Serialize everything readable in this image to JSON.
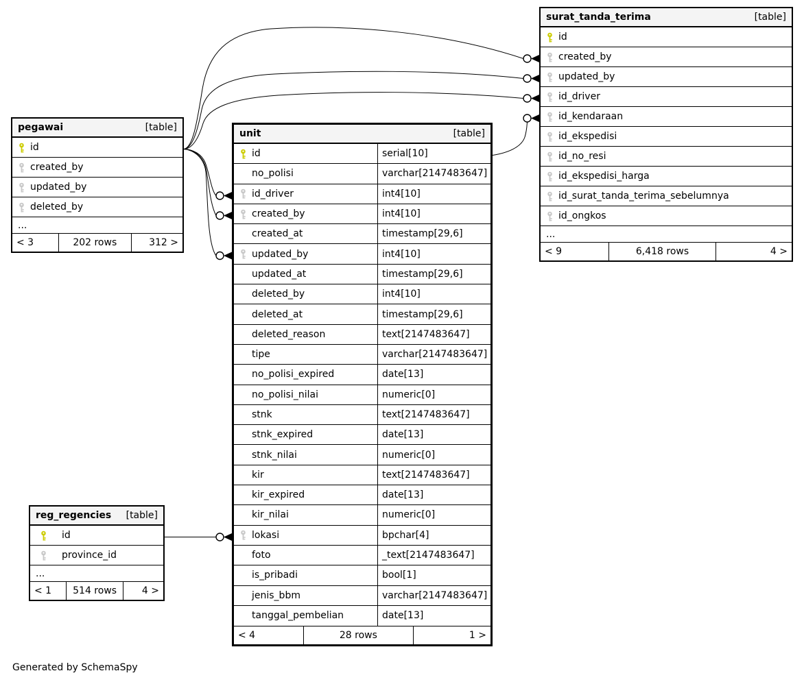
{
  "page": {
    "credit": "Generated by SchemaSpy"
  },
  "colors": {
    "primary_key": "#cccc00",
    "foreign_key": "#c8c8c8",
    "header_bg": "#f4f4f4",
    "border": "#000000"
  },
  "tables": [
    {
      "id": "pegawai",
      "name": "pegawai",
      "badge": "[table]",
      "show_types": false,
      "columns": [
        {
          "name": "id",
          "key": "primary"
        },
        {
          "name": "created_by",
          "key": "foreign"
        },
        {
          "name": "updated_by",
          "key": "foreign"
        },
        {
          "name": "deleted_by",
          "key": "foreign"
        },
        {
          "name": "...",
          "ellipsis": true
        }
      ],
      "footer": {
        "left": "< 3",
        "center": "202 rows",
        "right": "312 >"
      }
    },
    {
      "id": "unit",
      "name": "unit",
      "badge": "[table]",
      "show_types": true,
      "columns": [
        {
          "name": "id",
          "key": "primary",
          "type": "serial[10]"
        },
        {
          "name": "no_polisi",
          "type": "varchar[2147483647]"
        },
        {
          "name": "id_driver",
          "key": "foreign",
          "type": "int4[10]"
        },
        {
          "name": "created_by",
          "key": "foreign",
          "type": "int4[10]"
        },
        {
          "name": "created_at",
          "type": "timestamp[29,6]"
        },
        {
          "name": "updated_by",
          "key": "foreign",
          "type": "int4[10]"
        },
        {
          "name": "updated_at",
          "type": "timestamp[29,6]"
        },
        {
          "name": "deleted_by",
          "type": "int4[10]"
        },
        {
          "name": "deleted_at",
          "type": "timestamp[29,6]"
        },
        {
          "name": "deleted_reason",
          "type": "text[2147483647]"
        },
        {
          "name": "tipe",
          "type": "varchar[2147483647]"
        },
        {
          "name": "no_polisi_expired",
          "type": "date[13]"
        },
        {
          "name": "no_polisi_nilai",
          "type": "numeric[0]"
        },
        {
          "name": "stnk",
          "type": "text[2147483647]"
        },
        {
          "name": "stnk_expired",
          "type": "date[13]"
        },
        {
          "name": "stnk_nilai",
          "type": "numeric[0]"
        },
        {
          "name": "kir",
          "type": "text[2147483647]"
        },
        {
          "name": "kir_expired",
          "type": "date[13]"
        },
        {
          "name": "kir_nilai",
          "type": "numeric[0]"
        },
        {
          "name": "lokasi",
          "key": "foreign",
          "type": "bpchar[4]"
        },
        {
          "name": "foto",
          "type": "_text[2147483647]"
        },
        {
          "name": "is_pribadi",
          "type": "bool[1]"
        },
        {
          "name": "jenis_bbm",
          "type": "varchar[2147483647]"
        },
        {
          "name": "tanggal_pembelian",
          "type": "date[13]"
        }
      ],
      "footer": {
        "left": "< 4",
        "center": "28 rows",
        "right": "1 >"
      }
    },
    {
      "id": "surat_tanda_terima",
      "name": "surat_tanda_terima",
      "badge": "[table]",
      "show_types": false,
      "columns": [
        {
          "name": "id",
          "key": "primary"
        },
        {
          "name": "created_by",
          "key": "foreign"
        },
        {
          "name": "updated_by",
          "key": "foreign"
        },
        {
          "name": "id_driver",
          "key": "foreign"
        },
        {
          "name": "id_kendaraan",
          "key": "foreign"
        },
        {
          "name": "id_ekspedisi",
          "key": "foreign"
        },
        {
          "name": "id_no_resi",
          "key": "foreign"
        },
        {
          "name": "id_ekspedisi_harga",
          "key": "foreign"
        },
        {
          "name": "id_surat_tanda_terima_sebelumnya",
          "key": "foreign"
        },
        {
          "name": "id_ongkos",
          "key": "foreign"
        },
        {
          "name": "...",
          "ellipsis": true
        }
      ],
      "footer": {
        "left": "< 9",
        "center": "6,418 rows",
        "right": "4 >"
      }
    },
    {
      "id": "reg_regencies",
      "name": "reg_regencies",
      "badge": "[table]",
      "show_types": false,
      "columns": [
        {
          "name": "id",
          "key": "primary"
        },
        {
          "name": "province_id",
          "key": "foreign"
        },
        {
          "name": "...",
          "ellipsis": true
        }
      ],
      "footer": {
        "left": "< 1",
        "center": "514 rows",
        "right": "4 >"
      }
    }
  ],
  "relationships": [
    {
      "from": {
        "table": "pegawai",
        "column": "id"
      },
      "to": {
        "table": "surat_tanda_terima",
        "column": "created_by"
      }
    },
    {
      "from": {
        "table": "pegawai",
        "column": "id"
      },
      "to": {
        "table": "surat_tanda_terima",
        "column": "updated_by"
      }
    },
    {
      "from": {
        "table": "pegawai",
        "column": "id"
      },
      "to": {
        "table": "surat_tanda_terima",
        "column": "id_driver"
      }
    },
    {
      "from": {
        "table": "unit",
        "column": "id"
      },
      "to": {
        "table": "surat_tanda_terima",
        "column": "id_kendaraan"
      }
    },
    {
      "from": {
        "table": "pegawai",
        "column": "id"
      },
      "to": {
        "table": "unit",
        "column": "id_driver"
      }
    },
    {
      "from": {
        "table": "pegawai",
        "column": "id"
      },
      "to": {
        "table": "unit",
        "column": "created_by"
      }
    },
    {
      "from": {
        "table": "pegawai",
        "column": "id"
      },
      "to": {
        "table": "unit",
        "column": "updated_by"
      }
    },
    {
      "from": {
        "table": "reg_regencies",
        "column": "id"
      },
      "to": {
        "table": "unit",
        "column": "lokasi"
      }
    }
  ]
}
